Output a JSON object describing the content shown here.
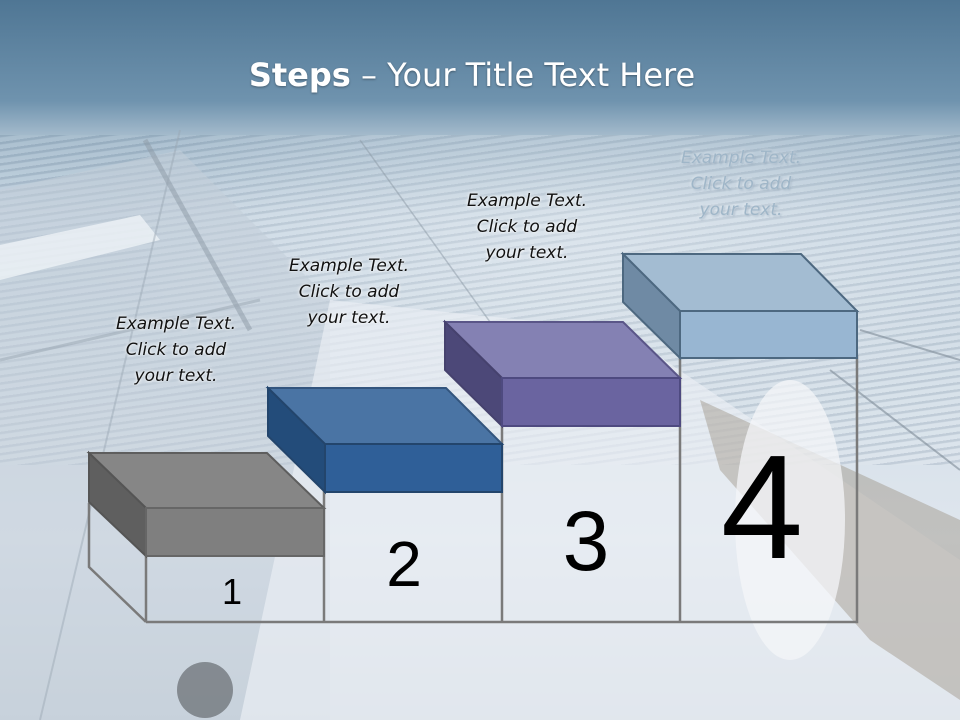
{
  "slide": {
    "title_bold": "Steps",
    "title_rest": " – Your Title Text Here"
  },
  "steps": [
    {
      "number": "1",
      "caption": [
        "Example Text.",
        "Click  to add",
        "your text."
      ],
      "top_color": "#7a7a7a",
      "front_color": "#7f7f7f"
    },
    {
      "number": "2",
      "caption": [
        "Example Text.",
        "Click  to add",
        "your text."
      ],
      "top_color": "#3e6798",
      "front_color": "#2f5f98"
    },
    {
      "number": "3",
      "caption": [
        "Example Text.",
        "Click  to add",
        "your text."
      ],
      "top_color": "#7d79aa",
      "front_color": "#6a64a0"
    },
    {
      "number": "4",
      "caption": [
        "Example Text.",
        "Click  to add",
        "your text."
      ],
      "top_color": "#9fb8d0",
      "front_color": "#98b6d2"
    }
  ]
}
